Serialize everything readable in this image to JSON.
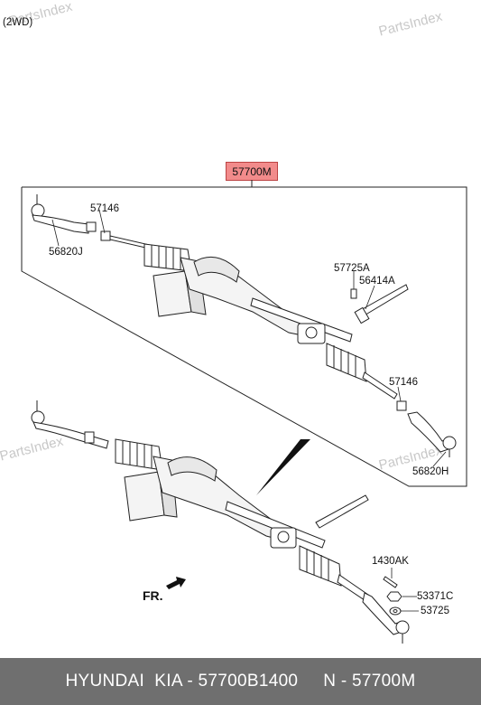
{
  "watermark": "PartsIndex",
  "variant": "(2WD)",
  "main_part": "57700M",
  "parts": {
    "p57146_top": "57146",
    "p56820J": "56820J",
    "p57725A": "57725A",
    "p56414A": "56414A",
    "p57146_right": "57146",
    "p56820H": "56820H",
    "p1430AK": "1430AK",
    "p53371C": "53371C",
    "p53725": "53725"
  },
  "direction": "FR.",
  "footer": {
    "left": "HYUNDAI  KIA - 57700B1400",
    "right": "N - 57700M"
  }
}
